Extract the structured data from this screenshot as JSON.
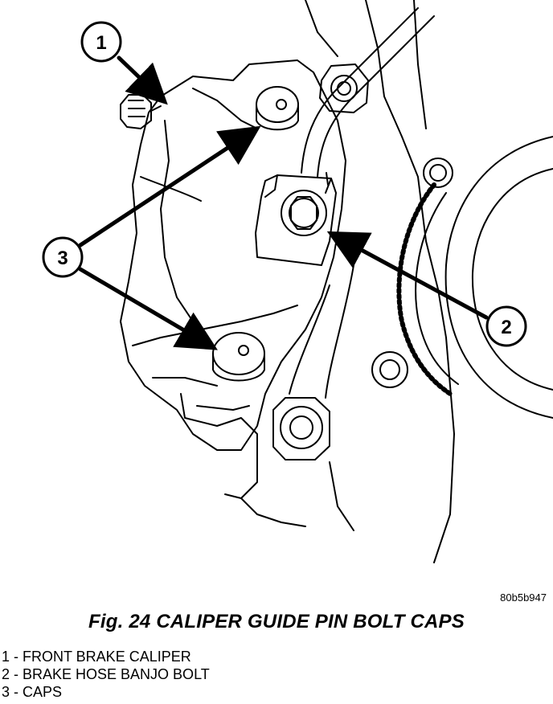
{
  "figure": {
    "reference_code": "80b5b947",
    "title": "Fig. 24 CALIPER GUIDE PIN BOLT CAPS"
  },
  "callouts": [
    {
      "number": "1"
    },
    {
      "number": "2"
    },
    {
      "number": "3"
    }
  ],
  "legend": [
    {
      "text": "1 - FRONT BRAKE CALIPER"
    },
    {
      "text": "2 - BRAKE HOSE BANJO BOLT"
    },
    {
      "text": "3 - CAPS"
    }
  ]
}
